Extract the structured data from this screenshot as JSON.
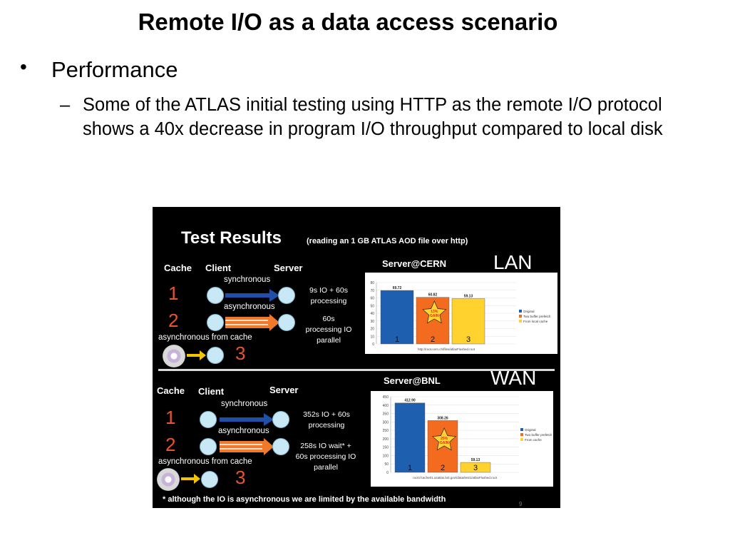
{
  "slide": {
    "title": "Remote I/O as a data access scenario",
    "bullet": "Performance",
    "bullet_marker": "•",
    "sub_marker": "–",
    "sub_bullet": "Some of the ATLAS initial testing using HTTP as the remote I/O protocol shows a 40x decrease in program I/O throughput compared to local disk"
  },
  "figure": {
    "title": "Test Results",
    "subtitle": "(reading an 1 GB ATLAS AOD file over http)",
    "footnote": "* although the IO is asynchronous we are limited by the available bandwidth",
    "page_number": "9",
    "colors": {
      "synchronous_arrow": "#1f4fa8",
      "asynchronous_arrow": "#f07a2a",
      "cache_arrow": "#f5c400",
      "number": "#e8542b"
    },
    "sections": [
      {
        "network": "LAN",
        "server_name": "Server@CERN",
        "headers": {
          "cache": "Cache",
          "client": "Client",
          "server": "Server"
        },
        "rows": [
          {
            "number": "1",
            "mode": "synchronous",
            "result": "9s IO + 60s processing"
          },
          {
            "number": "2",
            "mode": "asynchronous",
            "result": "60s processing IO parallel"
          },
          {
            "number": "3",
            "mode": "asynchronous from cache",
            "result": ""
          }
        ],
        "url": "http://root.cern.ch/files/atlasFlushed.root"
      },
      {
        "network": "WAN",
        "server_name": "Server@BNL",
        "headers": {
          "cache": "Cache",
          "client": "Client",
          "server": "Server"
        },
        "rows": [
          {
            "number": "1",
            "mode": "synchronous",
            "result": "352s IO + 60s processing"
          },
          {
            "number": "2",
            "mode": "asynchronous",
            "result": "258s IO wait* + 60s processing IO parallel"
          },
          {
            "number": "3",
            "mode": "asynchronous from cache",
            "result": ""
          }
        ],
        "url": "root://cache01.usatlas.bnl.gov//data/test1/atlasFlushed.root"
      }
    ]
  },
  "chart_data": [
    {
      "type": "bar",
      "categories": [
        "1",
        "2",
        "3"
      ],
      "series": [
        {
          "name": "Original",
          "values": [
            69.72,
            null,
            null
          ],
          "color": "#1f5fb0"
        },
        {
          "name": "Two buffer prefetch",
          "values": [
            null,
            60.82,
            null
          ],
          "color": "#f26b1f"
        },
        {
          "name": "From local cache",
          "values": [
            null,
            null,
            59.13
          ],
          "color": "#ffd22e"
        }
      ],
      "value_labels": [
        "69.72",
        "60.82",
        "59.13"
      ],
      "ylim": [
        0,
        80
      ],
      "yticks": [
        0,
        10,
        20,
        30,
        40,
        50,
        60,
        70,
        80
      ],
      "star_label": "13% GAIN",
      "caption": "http://root.cern.ch/files/atlasFlushed.root",
      "legend_position": "right",
      "grid": true
    },
    {
      "type": "bar",
      "categories": [
        "1",
        "2",
        "3"
      ],
      "series": [
        {
          "name": "Original",
          "values": [
            412.9,
            null,
            null
          ],
          "color": "#1f5fb0"
        },
        {
          "name": "Two buffer prefetch",
          "values": [
            null,
            308.26,
            null
          ],
          "color": "#f26b1f"
        },
        {
          "name": "From cache",
          "values": [
            null,
            null,
            59.13
          ],
          "color": "#ffd22e"
        }
      ],
      "value_labels": [
        "412.90",
        "308.26",
        "59.13"
      ],
      "ylim": [
        0,
        450
      ],
      "yticks": [
        0,
        50,
        100,
        150,
        200,
        250,
        300,
        350,
        400,
        450
      ],
      "star_label": "25% GAIN",
      "caption": "root://cache01.usatlas.bnl.gov//data/test1/atlasFlushed.root",
      "legend_position": "right",
      "grid": true
    }
  ]
}
